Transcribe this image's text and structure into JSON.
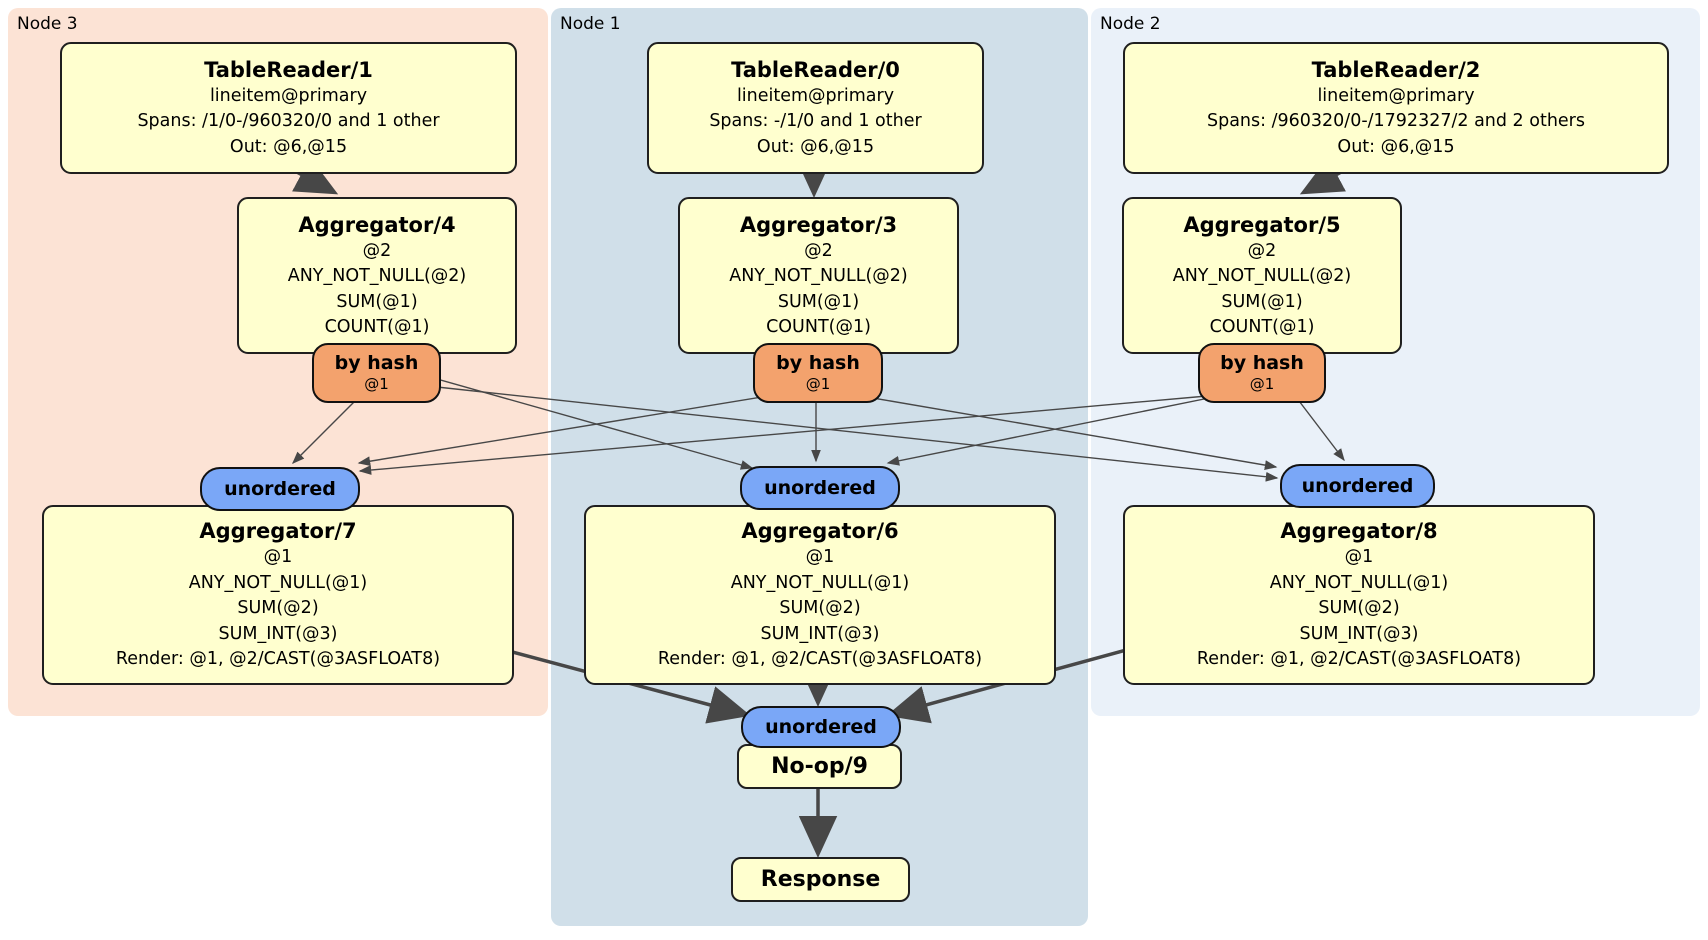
{
  "regions": {
    "node3": {
      "label": "Node 3"
    },
    "node1": {
      "label": "Node 1"
    },
    "node2": {
      "label": "Node 2"
    }
  },
  "nodes": {
    "tr1": {
      "title": "TableReader/1",
      "lines": [
        "lineitem@primary",
        "Spans: /1/0-/960320/0 and 1 other",
        "Out: @6,@15"
      ]
    },
    "tr0": {
      "title": "TableReader/0",
      "lines": [
        "lineitem@primary",
        "Spans: -/1/0 and 1 other",
        "Out: @6,@15"
      ]
    },
    "tr2": {
      "title": "TableReader/2",
      "lines": [
        "lineitem@primary",
        "Spans: /960320/0-/1792327/2 and 2 others",
        "Out: @6,@15"
      ]
    },
    "agg4": {
      "title": "Aggregator/4",
      "lines": [
        "@2",
        "ANY_NOT_NULL(@2)",
        "SUM(@1)",
        "COUNT(@1)"
      ]
    },
    "agg3": {
      "title": "Aggregator/3",
      "lines": [
        "@2",
        "ANY_NOT_NULL(@2)",
        "SUM(@1)",
        "COUNT(@1)"
      ]
    },
    "agg5": {
      "title": "Aggregator/5",
      "lines": [
        "@2",
        "ANY_NOT_NULL(@2)",
        "SUM(@1)",
        "COUNT(@1)"
      ]
    },
    "agg7": {
      "title": "Aggregator/7",
      "lines": [
        "@1",
        "ANY_NOT_NULL(@1)",
        "SUM(@2)",
        "SUM_INT(@3)",
        "Render: @1, @2/CAST(@3ASFLOAT8)"
      ]
    },
    "agg6": {
      "title": "Aggregator/6",
      "lines": [
        "@1",
        "ANY_NOT_NULL(@1)",
        "SUM(@2)",
        "SUM_INT(@3)",
        "Render: @1, @2/CAST(@3ASFLOAT8)"
      ]
    },
    "agg8": {
      "title": "Aggregator/8",
      "lines": [
        "@1",
        "ANY_NOT_NULL(@1)",
        "SUM(@2)",
        "SUM_INT(@3)",
        "Render: @1, @2/CAST(@3ASFLOAT8)"
      ]
    },
    "noop": {
      "title": "No-op/9"
    },
    "response": {
      "title": "Response"
    }
  },
  "connectors": {
    "by_hash": {
      "label": "by hash",
      "sub": "@1"
    },
    "unordered": {
      "label": "unordered"
    }
  },
  "colors": {
    "node3_fill": "#fce3d5",
    "node1_fill": "#d0dfe9",
    "node2_fill": "#eaf1f9",
    "box_fill": "#ffffcf",
    "box_border": "#1f1f1f",
    "byhash_fill": "#f3a26d",
    "unordered_fill": "#7aa7f7",
    "edge": "#474747"
  }
}
